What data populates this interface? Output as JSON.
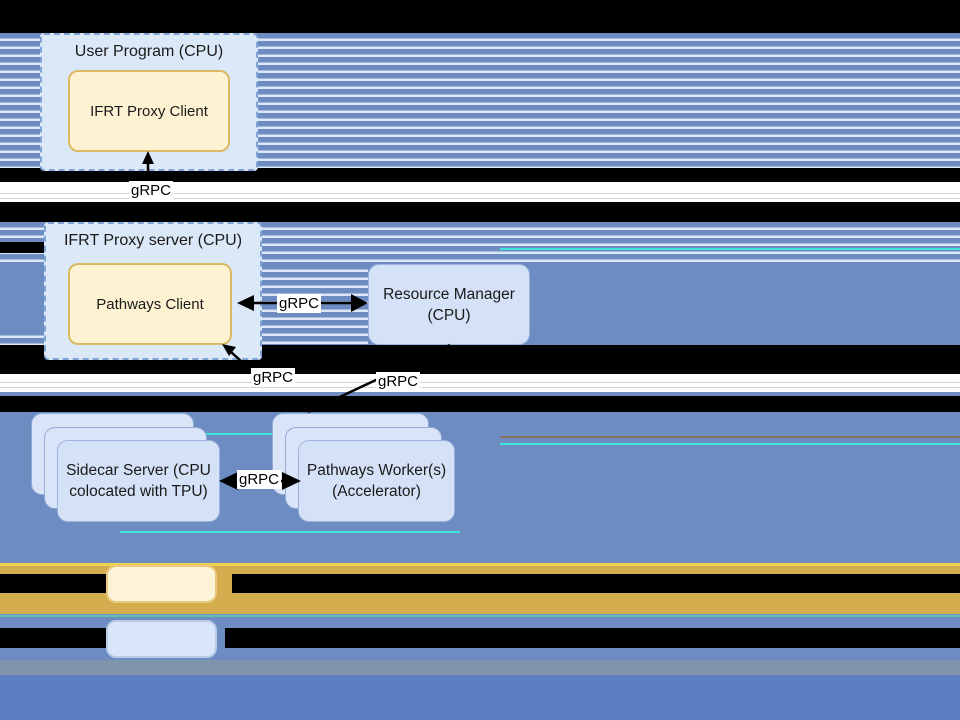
{
  "nodes": {
    "user_program": {
      "label": "User Program (CPU)"
    },
    "ifrt_proxy_client": {
      "label": "IFRT Proxy Client"
    },
    "ifrt_proxy_server": {
      "label": "IFRT Proxy server (CPU)"
    },
    "pathways_client": {
      "label": "Pathways Client"
    },
    "resource_manager": {
      "label_line1": "Resource Manager",
      "label_line2": "(CPU)"
    },
    "sidecar_server": {
      "label_line1": "Sidecar Server (CPU",
      "label_line2": "colocated with TPU)"
    },
    "pathways_workers": {
      "label_line1": "Pathways Worker(s)",
      "label_line2": "(Accelerator)"
    }
  },
  "edges": {
    "proxy_client_up": {
      "label": "gRPC"
    },
    "pathways_client_rm": {
      "label": "gRPC"
    },
    "server_diag": {
      "label": "gRPC"
    },
    "rm_workers": {
      "label": "gRPC"
    },
    "sidecar_workers": {
      "label": "gRPC"
    }
  },
  "legend": {
    "yellow_swatch": "yellow-process-box",
    "blue_swatch": "blue-process-box",
    "entry1_text_redacted": "",
    "entry2_text_redacted": ""
  },
  "colors": {
    "stripe_blue": "#6d8cc1",
    "stripe_light": "#dde8f6",
    "background_blue": "#6c8cc2",
    "background_blue_bottom": "#5d7ec0",
    "background_gray_band": "#8094ae",
    "gold_band": "#d4ae4e",
    "gold_band_highlight": "#f0d14f",
    "node_fill_yellow": "#fdf3d2",
    "node_border_yellow": "#dcb964",
    "node_fill_blue": "#d5e1f7",
    "node_border_blue": "#9db5dc",
    "container_fill": "#dbe8f8",
    "container_border": "#7fa5d6",
    "glitch_cyan": "#3ee6da",
    "glitch_brown": "#8a6f5e",
    "glitch_teal": "#5cc0ae",
    "redaction_black": "#000000",
    "arrow_black": "#000000"
  }
}
